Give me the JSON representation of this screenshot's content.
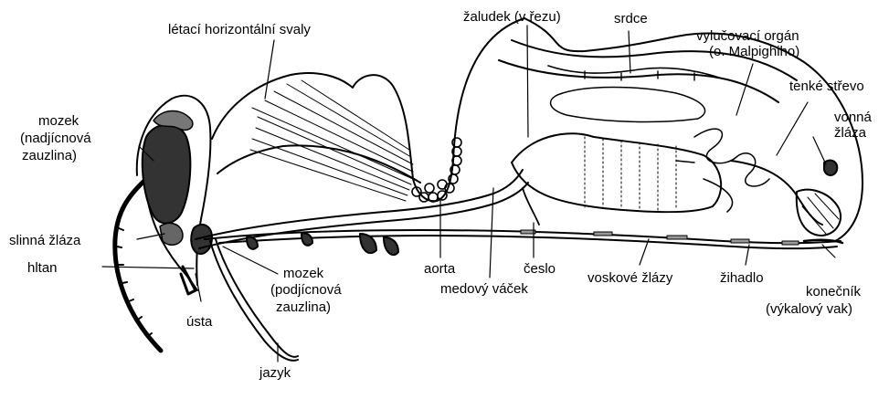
{
  "labels": {
    "letaci_svaly": "létací horizontální svaly",
    "zaludek": "žaludek (v řezu)",
    "srdce": "srdce",
    "vylucovaci_1": "vylučovací orgán",
    "vylucovaci_2": "(o. Malpighiho)",
    "tenke_strevo": "tenké střevo",
    "vonna_1": "vonná",
    "vonna_2": "žláza",
    "mozek_nad_1": "mozek",
    "mozek_nad_2": "(nadjícnová",
    "mozek_nad_3": "zauzlina)",
    "slinna_zlaza": "slinná žláza",
    "hltan": "hltan",
    "usta": "ústa",
    "mozek_pod_1": "mozek",
    "mozek_pod_2": "(podjícnová",
    "mozek_pod_3": "zauzlina)",
    "jazyk": "jazyk",
    "aorta": "aorta",
    "medovy_vacek": "medový váček",
    "ceslo": "česlo",
    "voskove_zlazy": "voskové žlázy",
    "zihadlo": "žihadlo",
    "konecnik_1": "konečník",
    "konecnik_2": "(výkalový vak)"
  }
}
